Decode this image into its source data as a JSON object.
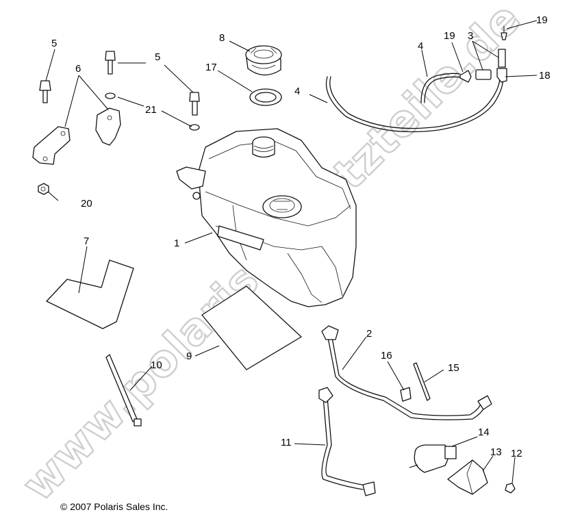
{
  "watermark": "www.polaris-ersatzteile.de",
  "copyright": "© 2007 Polaris Sales Inc.",
  "callouts": {
    "c1": "1",
    "c2": "2",
    "c3": "3",
    "c4a": "4",
    "c4b": "4",
    "c5a": "5",
    "c5b": "5",
    "c6": "6",
    "c7": "7",
    "c8": "8",
    "c9": "9",
    "c10": "10",
    "c11": "11",
    "c12": "12",
    "c13": "13",
    "c14": "14",
    "c15": "15",
    "c16": "16",
    "c17": "17",
    "c18": "18",
    "c19a": "19",
    "c19b": "19",
    "c20": "20",
    "c21": "21"
  }
}
